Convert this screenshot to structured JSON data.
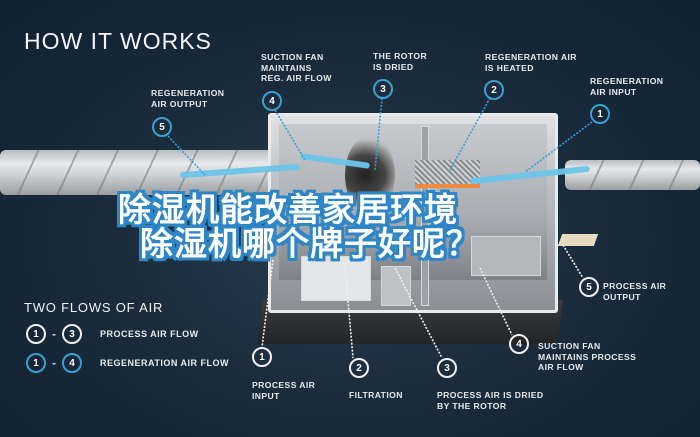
{
  "title": "HOW IT WORKS",
  "banner": {
    "line1": "除湿机能改善家居环境",
    "line2": "除湿机哪个牌子好呢？"
  },
  "colors": {
    "background": "#1b2c3c",
    "regeneration_ring": "#3aa0d0",
    "process_ring": "#f0f0f0",
    "banner_outline": "#2e86c6",
    "airflow": "#6cc4ea",
    "heater": "#f08a3c"
  },
  "regeneration_steps": [
    {
      "num": "1",
      "label": "REGENERATION\nAIR INPUT"
    },
    {
      "num": "2",
      "label": "REGENERATION AIR\nIS HEATED"
    },
    {
      "num": "3",
      "label": "THE ROTOR\nIS DRIED"
    },
    {
      "num": "4",
      "label": "SUCTION FAN\nMAINTAINS\nREG. AIR FLOW"
    },
    {
      "num": "5",
      "label": "REGENERATION\nAIR OUTPUT"
    }
  ],
  "process_steps": [
    {
      "num": "1",
      "label": "PROCESS AIR\nINPUT"
    },
    {
      "num": "2",
      "label": "FILTRATION"
    },
    {
      "num": "3",
      "label": "PROCESS AIR IS DRIED\nBY THE ROTOR"
    },
    {
      "num": "4",
      "label": "SUCTION FAN\nMAINTAINS PROCESS\nAIR FLOW"
    },
    {
      "num": "5",
      "label": "PROCESS AIR\nOUTPUT"
    }
  ],
  "legend": {
    "title": "TWO FLOWS OF AIR",
    "rows": [
      {
        "from": "1",
        "dash": "-",
        "to": "3",
        "label": "PROCESS AIR FLOW"
      },
      {
        "from": "1",
        "dash": "-",
        "to": "4",
        "label": "REGENERATION AIR FLOW"
      }
    ]
  }
}
